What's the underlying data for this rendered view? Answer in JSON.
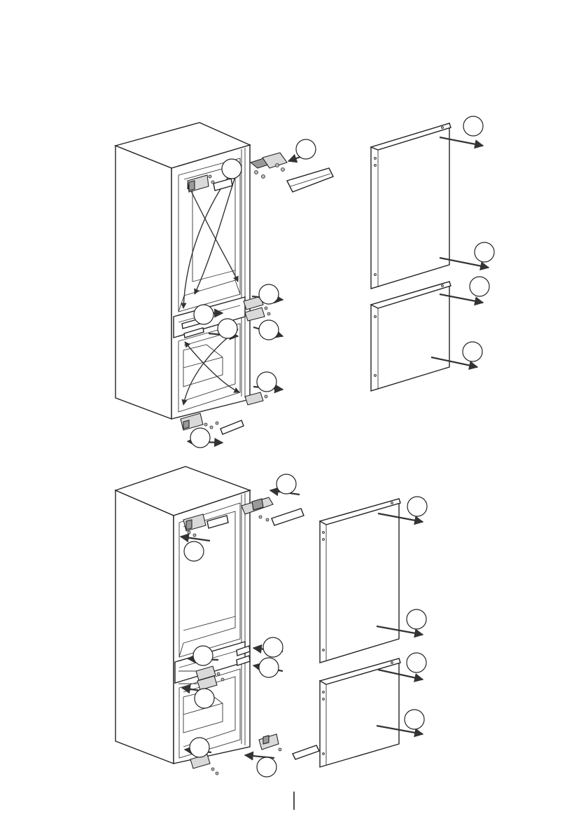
{
  "figure": {
    "description_free": true
  },
  "callouts": {
    "top": [
      {
        "id": "t-door-upper-top",
        "label": ""
      },
      {
        "id": "t-door-upper-bottom",
        "label": ""
      },
      {
        "id": "t-door-lower-top",
        "label": ""
      },
      {
        "id": "t-door-lower-bottom",
        "label": ""
      },
      {
        "id": "t-hinge-top",
        "label": ""
      },
      {
        "id": "t-inner-top",
        "label": ""
      },
      {
        "id": "t-middle-hinge",
        "label": ""
      },
      {
        "id": "t-middle-left",
        "label": ""
      },
      {
        "id": "t-middle-right",
        "label": ""
      },
      {
        "id": "t-middle-center",
        "label": ""
      },
      {
        "id": "t-lower-hinge",
        "label": ""
      },
      {
        "id": "t-bottom-hinge",
        "label": ""
      }
    ],
    "bottom": [
      {
        "id": "b-hinge-top",
        "label": ""
      },
      {
        "id": "b-inner-top",
        "label": ""
      },
      {
        "id": "b-door-upper-top",
        "label": ""
      },
      {
        "id": "b-door-upper-bottom",
        "label": ""
      },
      {
        "id": "b-door-lower-top",
        "label": ""
      },
      {
        "id": "b-door-lower-bottom",
        "label": ""
      },
      {
        "id": "b-middle-left",
        "label": ""
      },
      {
        "id": "b-middle-right-top",
        "label": ""
      },
      {
        "id": "b-middle-right-bottom",
        "label": ""
      },
      {
        "id": "b-lower-inner",
        "label": ""
      },
      {
        "id": "b-bottom-left",
        "label": ""
      },
      {
        "id": "b-bottom-right",
        "label": ""
      }
    ]
  },
  "colors": {
    "line": "#222222",
    "part_fill": "#d9d9d9",
    "part_dark": "#9a9a9a",
    "background": "#ffffff"
  }
}
